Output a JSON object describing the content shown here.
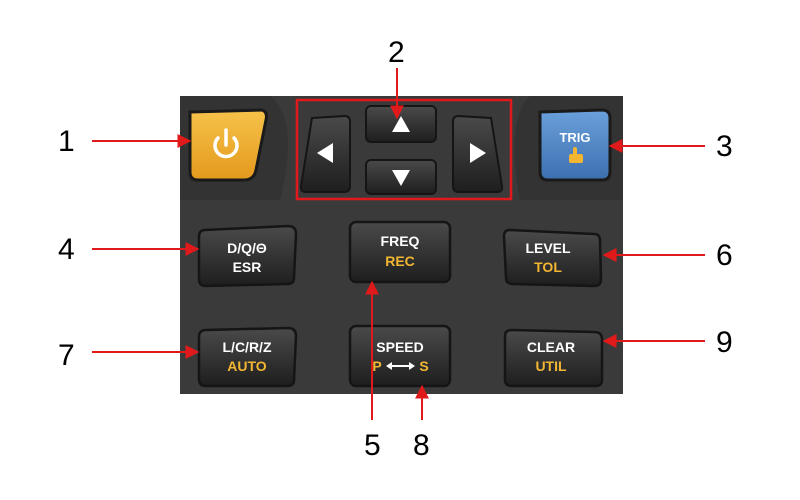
{
  "keypad": {
    "colors": {
      "panel": "#3a3a3a",
      "key": "#2e2e2e",
      "key_text": "#ffffff",
      "secondary_text": "#f2b632",
      "power": "#f0ae2e",
      "trig": "#4f86c8",
      "highlight_box": "#e01a1a",
      "arrow": "#e01a1a"
    },
    "power_icon": "power-icon",
    "trig_key": {
      "label": "TRIG",
      "icon": "hand-pointer-icon"
    },
    "nav": {
      "up_icon": "arrow-up-icon",
      "down_icon": "arrow-down-icon",
      "left_icon": "arrow-left-icon",
      "right_icon": "arrow-right-icon"
    },
    "keys": {
      "dqe": {
        "primary": "D/Q/Θ",
        "secondary": "ESR"
      },
      "freq": {
        "primary": "FREQ",
        "secondary": "REC"
      },
      "level": {
        "primary": "LEVEL",
        "secondary": "TOL"
      },
      "lcrz": {
        "primary": "L/C/R/Z",
        "secondary": "AUTO"
      },
      "speed": {
        "primary": "SPEED",
        "secondary_left": "P",
        "secondary_right": "S"
      },
      "clear": {
        "primary": "CLEAR",
        "secondary": "UTIL"
      }
    }
  },
  "callouts": [
    "1",
    "2",
    "3",
    "4",
    "5",
    "6",
    "7",
    "8",
    "9"
  ]
}
